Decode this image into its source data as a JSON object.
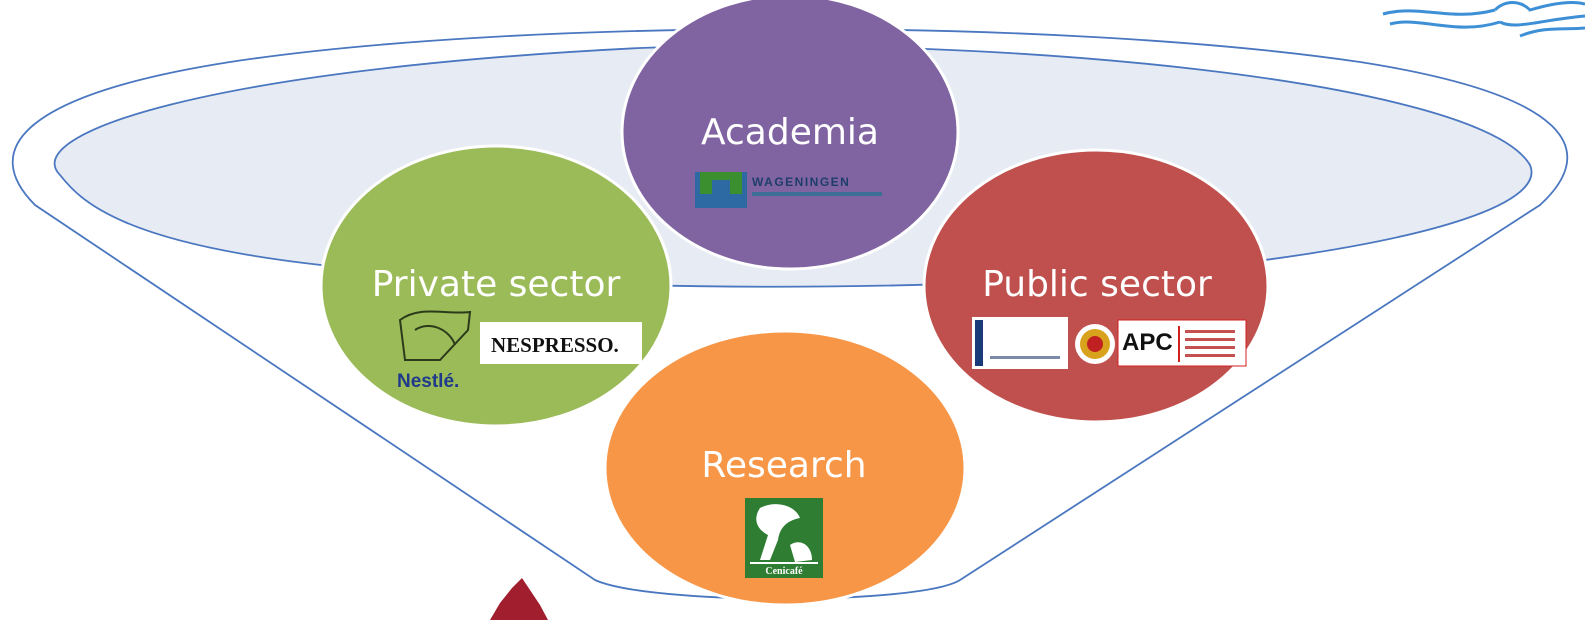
{
  "circles": {
    "academia": {
      "label": "Academia",
      "color": "#8064a2"
    },
    "private": {
      "label": "Private sector",
      "color": "#9bbb59"
    },
    "public": {
      "label": "Public sector",
      "color": "#c0504d"
    },
    "research": {
      "label": "Research",
      "color": "#f79646"
    }
  },
  "logos": {
    "wageningen": "WAGENINGEN",
    "nespresso": "NESPRESSO.",
    "nestle": "Nestlé.",
    "apc": "APC",
    "cenicafe": "Cenicafé"
  },
  "colors": {
    "funnel_stroke": "#4a77c0",
    "funnel_fill": "#ffffff",
    "ellipse_fill": "#e6ebf4",
    "water": "#3d8fd6",
    "red_shape": "#a01e2e"
  }
}
